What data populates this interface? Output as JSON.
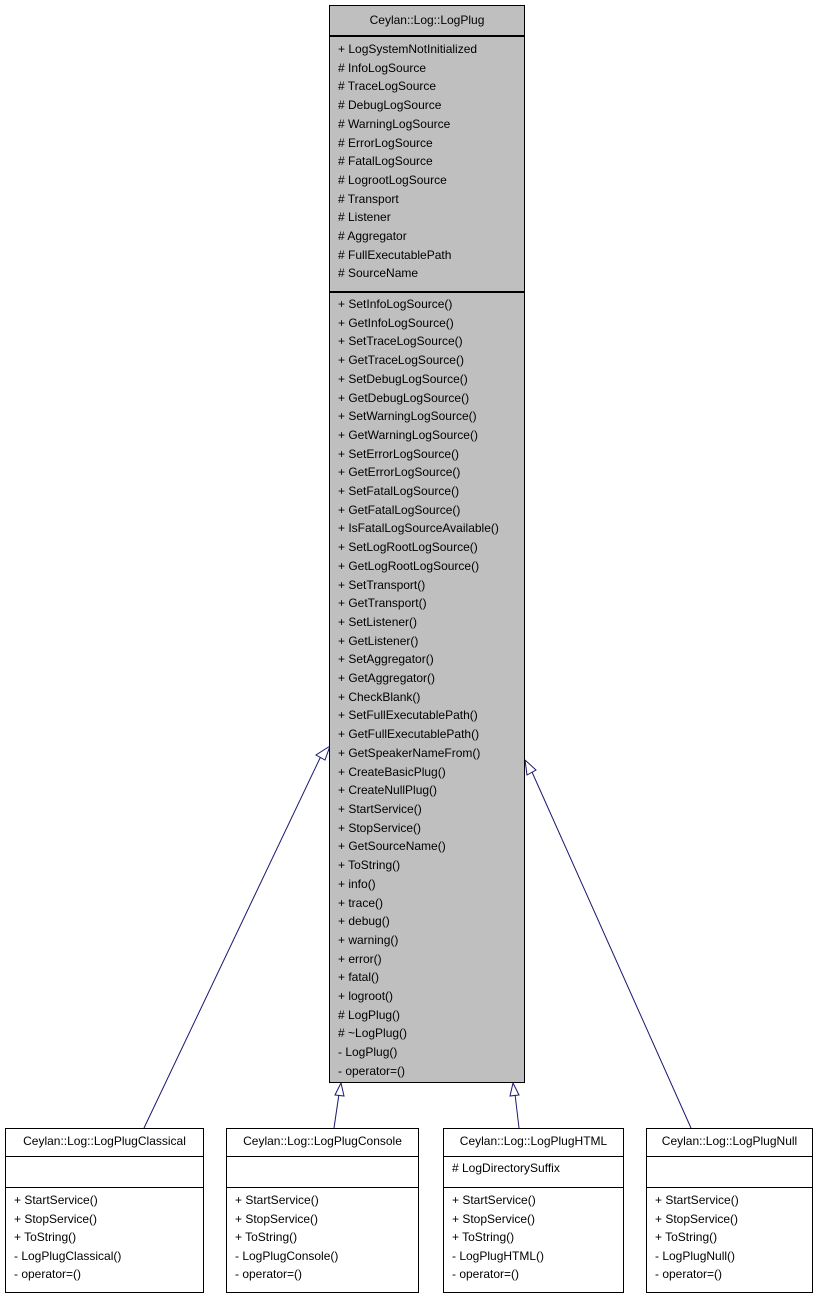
{
  "base": {
    "name": "Ceylan::Log::LogPlug",
    "attributes": [
      "+ LogSystemNotInitialized",
      "# InfoLogSource",
      "# TraceLogSource",
      "# DebugLogSource",
      "# WarningLogSource",
      "# ErrorLogSource",
      "# FatalLogSource",
      "# LogrootLogSource",
      "# Transport",
      "# Listener",
      "# Aggregator",
      "# FullExecutablePath",
      "# SourceName"
    ],
    "operations": [
      "+ SetInfoLogSource()",
      "+ GetInfoLogSource()",
      "+ SetTraceLogSource()",
      "+ GetTraceLogSource()",
      "+ SetDebugLogSource()",
      "+ GetDebugLogSource()",
      "+ SetWarningLogSource()",
      "+ GetWarningLogSource()",
      "+ SetErrorLogSource()",
      "+ GetErrorLogSource()",
      "+ SetFatalLogSource()",
      "+ GetFatalLogSource()",
      "+ IsFatalLogSourceAvailable()",
      "+ SetLogRootLogSource()",
      "+ GetLogRootLogSource()",
      "+ SetTransport()",
      "+ GetTransport()",
      "+ SetListener()",
      "+ GetListener()",
      "+ SetAggregator()",
      "+ GetAggregator()",
      "+ CheckBlank()",
      "+ SetFullExecutablePath()",
      "+ GetFullExecutablePath()",
      "+ GetSpeakerNameFrom()",
      "+ CreateBasicPlug()",
      "+ CreateNullPlug()",
      "+ StartService()",
      "+ StopService()",
      "+ GetSourceName()",
      "+ ToString()",
      "+ info()",
      "+ trace()",
      "+ debug()",
      "+ warning()",
      "+ error()",
      "+ fatal()",
      "+ logroot()",
      "# LogPlug()",
      "# ~LogPlug()",
      "- LogPlug()",
      "- operator=()"
    ]
  },
  "children": [
    {
      "name": "Ceylan::Log::LogPlugClassical",
      "attributes": [],
      "operations": [
        "+ StartService()",
        "+ StopService()",
        "+ ToString()",
        "- LogPlugClassical()",
        "- operator=()"
      ]
    },
    {
      "name": "Ceylan::Log::LogPlugConsole",
      "attributes": [],
      "operations": [
        "+ StartService()",
        "+ StopService()",
        "+ ToString()",
        "- LogPlugConsole()",
        "- operator=()"
      ]
    },
    {
      "name": "Ceylan::Log::LogPlugHTML",
      "attributes": [
        "# LogDirectorySuffix"
      ],
      "operations": [
        "+ StartService()",
        "+ StopService()",
        "+ ToString()",
        "- LogPlugHTML()",
        "- operator=()"
      ]
    },
    {
      "name": "Ceylan::Log::LogPlugNull",
      "attributes": [],
      "operations": [
        "+ StartService()",
        "+ StopService()",
        "+ ToString()",
        "- LogPlugNull()",
        "- operator=()"
      ]
    }
  ],
  "colors": {
    "base_fill": "#bfbfbf",
    "child_fill": "#ffffff",
    "edge": "#191970"
  }
}
